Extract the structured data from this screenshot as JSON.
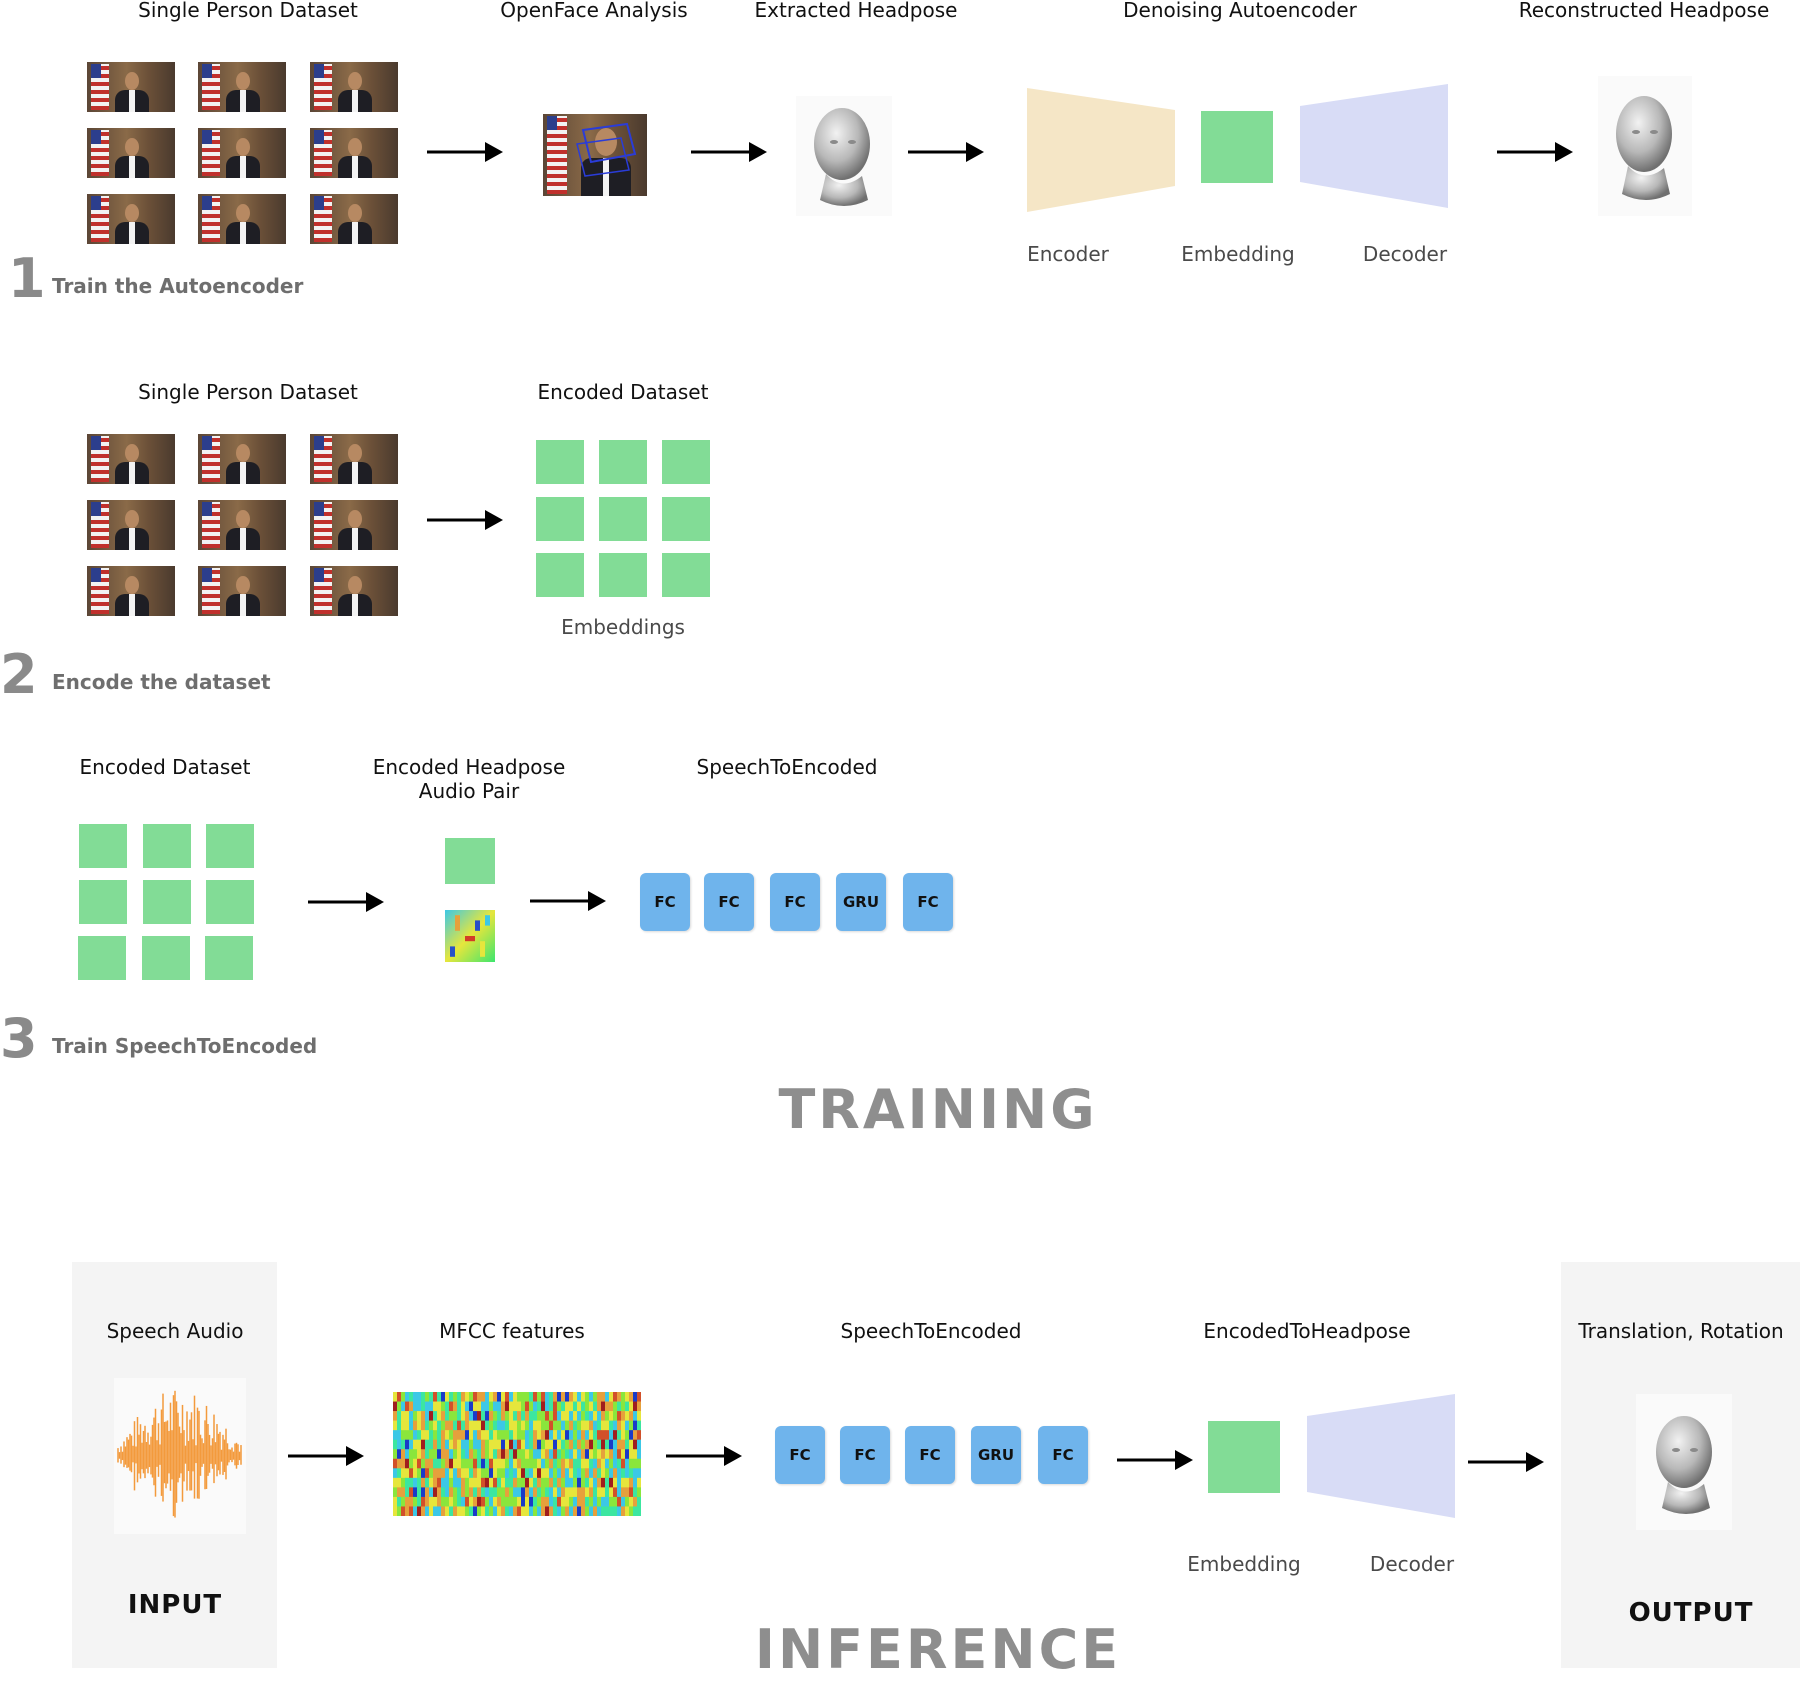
{
  "training": {
    "title": "TRAINING",
    "step1": {
      "number": "1",
      "label": "Train the Autoencoder",
      "headers": [
        "Single Person Dataset",
        "OpenFace Analysis",
        "Extracted Headpose",
        "Denoising Autoencoder",
        "Reconstructed Headpose"
      ],
      "autoencoder_parts": [
        "Encoder",
        "Embedding",
        "Decoder"
      ]
    },
    "step2": {
      "number": "2",
      "label": "Encode the dataset",
      "headers": [
        "Single Person Dataset",
        "Encoded Dataset"
      ],
      "sublabel": "Embeddings"
    },
    "step3": {
      "number": "3",
      "label": "Train SpeechToEncoded",
      "headers": [
        "Encoded Dataset",
        "Encoded Headpose",
        "Audio Pair",
        "SpeechToEncoded"
      ],
      "layers": [
        "FC",
        "FC",
        "FC",
        "GRU",
        "FC"
      ]
    }
  },
  "inference": {
    "title": "INFERENCE",
    "input_header": "Speech Audio",
    "input_label": "INPUT",
    "mfcc_header": "MFCC features",
    "s2e_header": "SpeechToEncoded",
    "layers": [
      "FC",
      "FC",
      "FC",
      "GRU",
      "FC"
    ],
    "e2h_header": "EncodedToHeadpose",
    "parts": [
      "Embedding",
      "Decoder"
    ],
    "output_header": "Translation, Rotation",
    "output_label": "OUTPUT"
  },
  "colors": {
    "embedding": "#82dc96",
    "encoder": "#f5e6c6",
    "decoder": "#d8dcf6",
    "layer": "#6fb4ec",
    "waveform": "#f39a3c"
  },
  "icons": [
    "arrow-right-icon",
    "head-model-icon"
  ]
}
